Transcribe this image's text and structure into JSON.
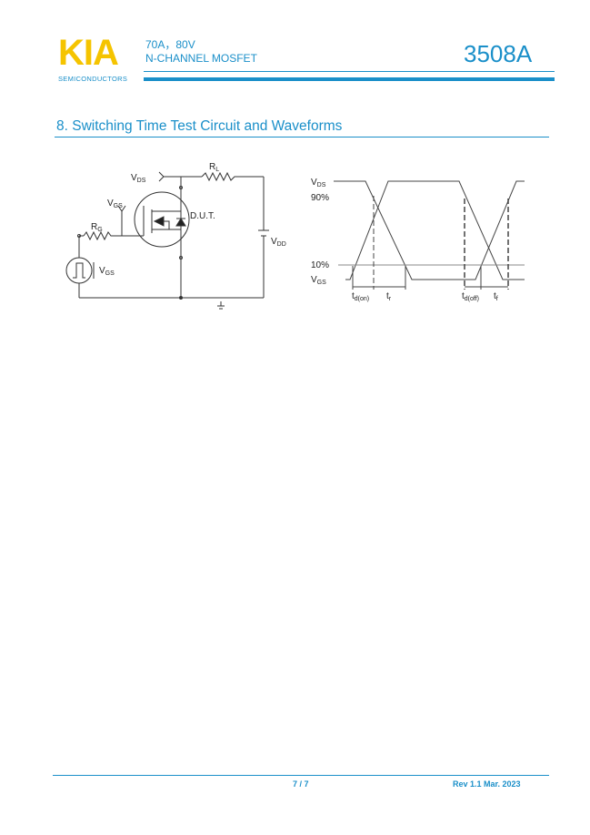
{
  "header": {
    "logo": "KIA",
    "logo_sub": "SEMICONDUCTORS",
    "spec_line1": "70A，80V",
    "spec_line2": "N-CHANNEL MOSFET",
    "part_number": "3508A"
  },
  "section": {
    "title": "8. Switching Time Test Circuit and Waveforms"
  },
  "circuit": {
    "vds": "V",
    "vds_sub": "DS",
    "rl": "R",
    "rl_sub": "L",
    "vgs_probe": "V",
    "vgs_probe_sub": "GS",
    "rg": "R",
    "rg_sub": "G",
    "dut": "D.U.T.",
    "vdd": "V",
    "vdd_sub": "DD",
    "vgs_src": "V",
    "vgs_src_sub": "GS"
  },
  "waveform": {
    "vds": "V",
    "vds_sub": "DS",
    "p90": "90%",
    "p10": "10%",
    "vgs": "V",
    "vgs_sub": "GS",
    "tdon": "t",
    "tdon_sub": "d(on)",
    "tr": "t",
    "tr_sub": "r",
    "tdoff": "t",
    "tdoff_sub": "d(off)",
    "tf": "t",
    "tf_sub": "f"
  },
  "footer": {
    "page": "7 / 7",
    "revision": "Rev 1.1 Mar. 2023"
  },
  "colors": {
    "brand_blue": "#1a8fc9",
    "logo_yellow": "#f5c400"
  }
}
